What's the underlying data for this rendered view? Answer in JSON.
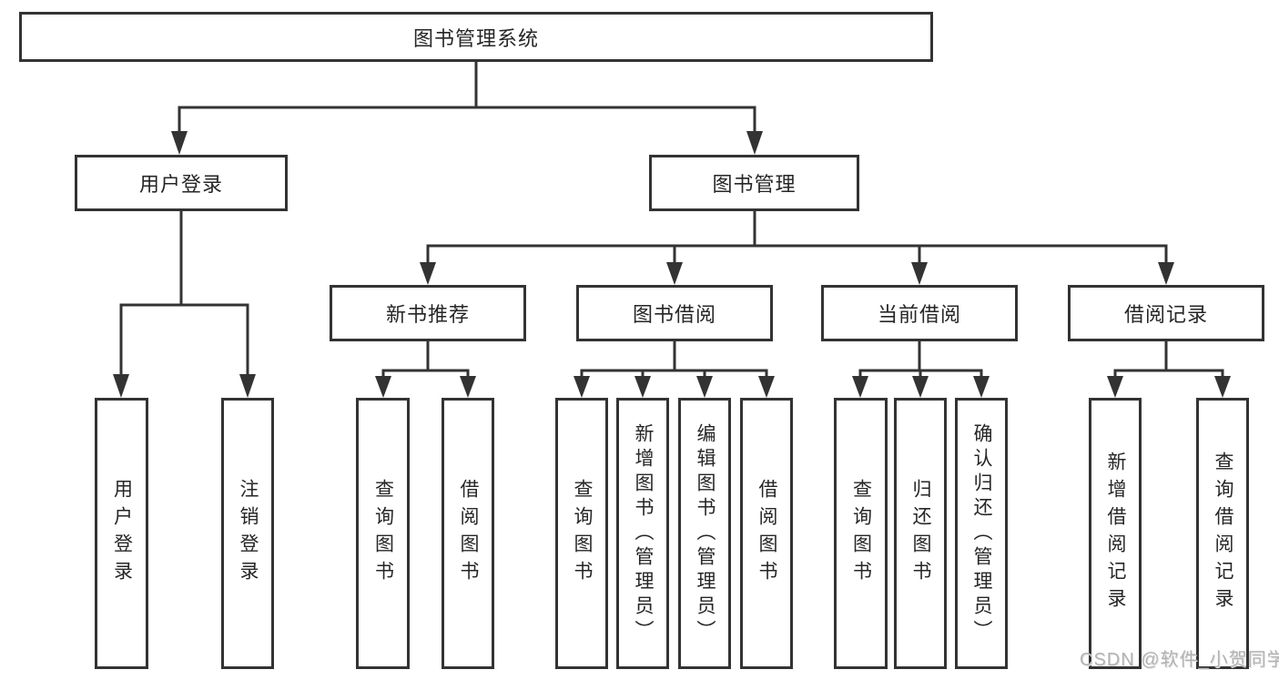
{
  "diagram": {
    "title": "图书管理系统",
    "nodes": {
      "root": {
        "label": "图书管理系统"
      },
      "user_login": {
        "label": "用户登录"
      },
      "book_management": {
        "label": "图书管理"
      },
      "new_book_recommend": {
        "label": "新书推荐"
      },
      "book_borrowing": {
        "label": "图书借阅"
      },
      "current_borrowing": {
        "label": "当前借阅"
      },
      "borrowing_records": {
        "label": "借阅记录"
      },
      "login": {
        "label": "用户登录"
      },
      "logout": {
        "label": "注销登录"
      },
      "rec_query_books": {
        "label": "查询图书"
      },
      "rec_borrow_books": {
        "label": "借阅图书"
      },
      "bor_query_books": {
        "label": "查询图书"
      },
      "bor_add_books": {
        "label": "新增图书（管理员）"
      },
      "bor_edit_books": {
        "label": "编辑图书（管理员）"
      },
      "bor_borrow_books": {
        "label": "借阅图书"
      },
      "cur_query_books": {
        "label": "查询图书"
      },
      "cur_return_books": {
        "label": "归还图书"
      },
      "cur_confirm_return": {
        "label": "确认归还（管理员）"
      },
      "log_add_record": {
        "label": "新增借阅记录"
      },
      "log_query_record": {
        "label": "查询借阅记录"
      }
    },
    "hierarchy": [
      {
        "parent": "图书管理系统",
        "children": [
          "用户登录",
          "图书管理"
        ]
      },
      {
        "parent": "用户登录",
        "children": [
          "用户登录",
          "注销登录"
        ]
      },
      {
        "parent": "图书管理",
        "children": [
          "新书推荐",
          "图书借阅",
          "当前借阅",
          "借阅记录"
        ]
      },
      {
        "parent": "新书推荐",
        "children": [
          "查询图书",
          "借阅图书"
        ]
      },
      {
        "parent": "图书借阅",
        "children": [
          "查询图书",
          "新增图书（管理员）",
          "编辑图书（管理员）",
          "借阅图书"
        ]
      },
      {
        "parent": "当前借阅",
        "children": [
          "查询图书",
          "归还图书",
          "确认归还（管理员）"
        ]
      },
      {
        "parent": "借阅记录",
        "children": [
          "新增借阅记录",
          "查询借阅记录"
        ]
      }
    ],
    "colors": {
      "line": "#333333",
      "text": "#262626",
      "background": "#ffffff",
      "watermark": "#b3b3b3"
    }
  },
  "watermark": {
    "text": "CSDN @软件_小贺同学"
  }
}
